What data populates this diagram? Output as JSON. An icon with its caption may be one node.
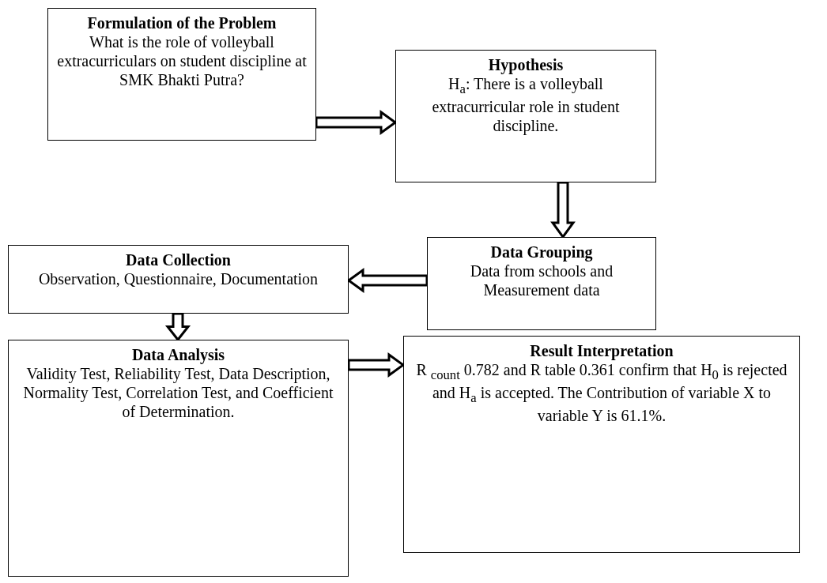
{
  "diagram": {
    "nodes": [
      {
        "text": [
          "Formulation of the Problem",
          "What is the role of volleyball extracurriculars on student discipline at SMK Bhakti Putra?"
        ]
      },
      {
        "text": [
          "Hypothesis",
          "H$_{a}$: There is a volleyball extracurricular role in student discipline."
        ]
      },
      {
        "text": [
          "Data Collection",
          "Observation, Questionnaire, Documentation"
        ]
      },
      {
        "text": [
          "Data Grouping",
          "Data from schools and Measurement data"
        ]
      },
      {
        "text": [
          "Data Analysis",
          "Validity Test, Reliability Test, Data Description, Normality Test, Correlation Test, and Coefficient of Determination."
        ]
      },
      {
        "text": [
          "Result Interpretation",
          "R $_{count}$ 0.782 and R table 0.361 confirm that H$_{0}$ is rejected and H$_{a}$ is accepted. The Contribution of variable X to variable Y is 61.1%."
        ]
      }
    ],
    "edges": [
      {
        "from": 0,
        "to": 1,
        "arrow": "to"
      },
      {
        "from": 1,
        "to": 3,
        "arrow": "to"
      },
      {
        "from": 3,
        "to": 2,
        "arrow": "to"
      },
      {
        "from": 2,
        "to": 4,
        "arrow": "to"
      },
      {
        "from": 4,
        "to": 5,
        "arrow": "to"
      }
    ]
  }
}
